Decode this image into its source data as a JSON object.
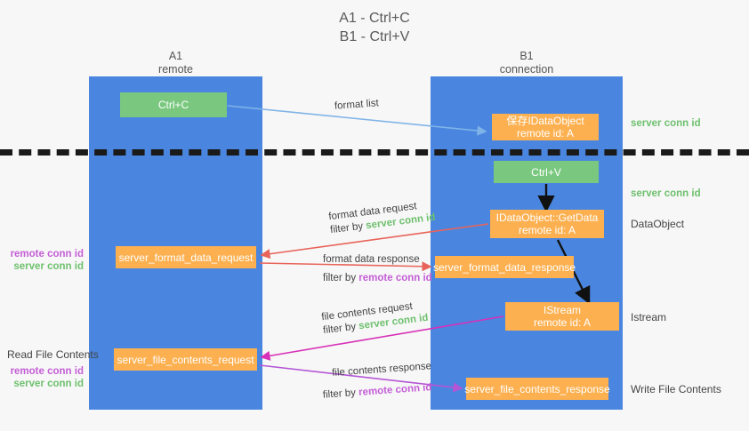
{
  "title": {
    "line1": "A1 - Ctrl+C",
    "line2": "B1 - Ctrl+V"
  },
  "lanes": [
    {
      "name": "A1",
      "sub": "remote"
    },
    {
      "name": "B1",
      "sub": "connection"
    }
  ],
  "boxes": {
    "ctrl_c": "Ctrl+C",
    "ctrl_v": "Ctrl+V",
    "save_dataobject_title": "保存IDataObject",
    "save_dataobject_sub": "remote id: A",
    "getdata_title": "IDataObject::GetData",
    "getdata_sub": "remote id: A",
    "istream_title": "IStream",
    "istream_sub": "remote id: A",
    "server_format_data_request": "server_format_data_request",
    "server_format_data_response": "server_format_data_response",
    "server_file_contents_request": "server_file_contents_request",
    "server_file_contents_response": "server_file_contents_response"
  },
  "side_labels": {
    "server_conn_id_1": "server conn id",
    "server_conn_id_2": "server conn id",
    "dataobject": "DataObject",
    "istream": "Istream",
    "write_file_contents": "Write File Contents",
    "read_file_contents": "Read File Contents",
    "remote_conn_id": "remote conn id",
    "server_conn_id": "server conn id"
  },
  "arrow_labels": {
    "format_list": "format list",
    "format_data_request": "format data request",
    "format_data_response": "format data response",
    "file_contents_request": "file contents request",
    "file_contents_response": "file contents response",
    "filter_by": "filter by",
    "server_conn_id": "server conn id",
    "remote_conn_id": "remote conn id"
  },
  "colors": {
    "lane": "#4a86df",
    "green_box": "#7ac87f",
    "orange_box": "#fcb050",
    "green_text": "#6ec06e",
    "purple_text": "#c45ed6",
    "blue_arrow": "#7fb3e8",
    "red_arrow": "#e8645a",
    "magenta_arrow": "#d830b8",
    "purple_arrow": "#b455d6",
    "black_arrow": "#111111"
  }
}
